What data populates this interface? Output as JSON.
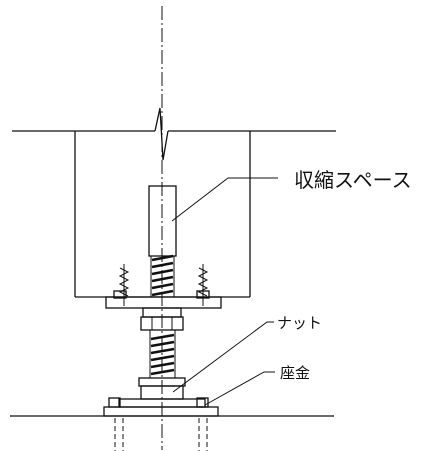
{
  "labels": {
    "shrink_space": "収縮スペース",
    "nut": "ナット",
    "washer": "座金"
  },
  "colors": {
    "line": "#111111",
    "background": "#ffffff"
  }
}
